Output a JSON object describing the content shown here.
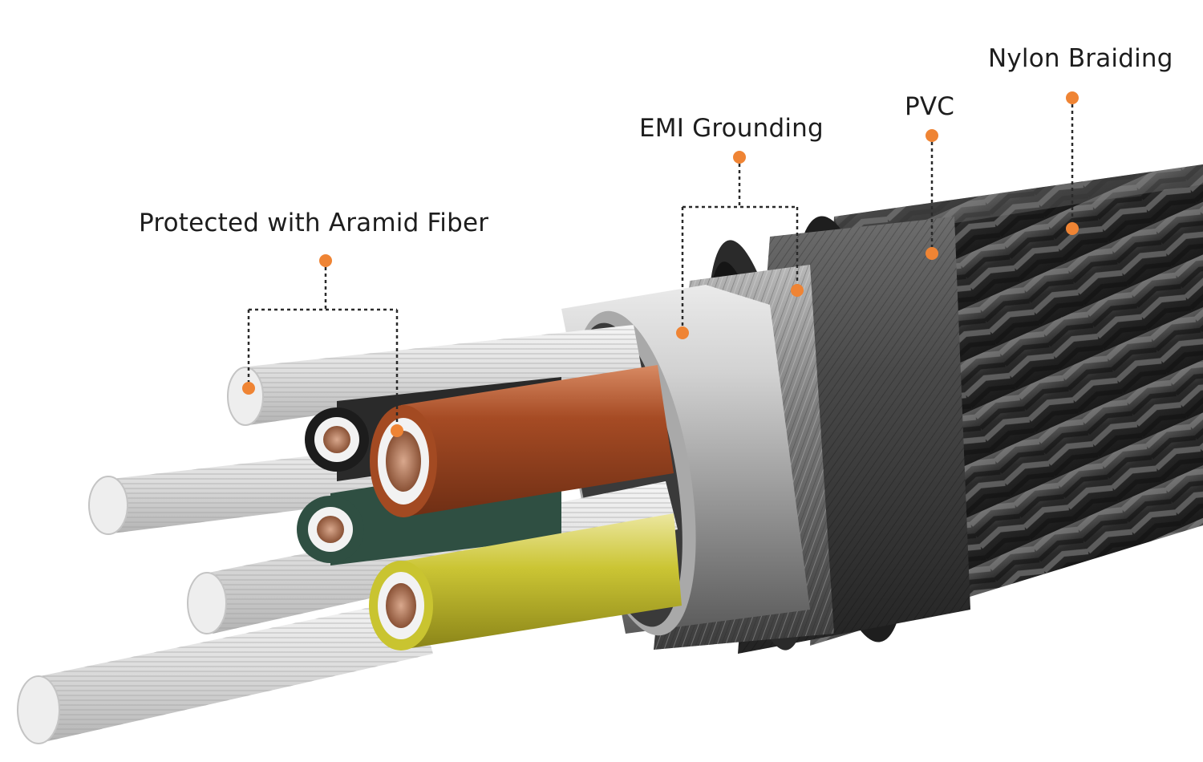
{
  "diagram": {
    "labels": {
      "aramid": "Protected with Aramid Fiber",
      "emi": "EMI Grounding",
      "pvc": "PVC",
      "nylon": "Nylon Braiding"
    }
  },
  "colors": {
    "marker": "#ef8434",
    "leader": "#2a2a2a",
    "braid_dark": "#2b2b2b",
    "braid_light": "#6a6a6a",
    "pvc": "#3a3a3a",
    "emi_foil": "#c7c7c7",
    "aramid_fiber": "#e6e6e6",
    "wire_brown": "#a34a22",
    "wire_yellow": "#c9c430",
    "wire_green": "#2f4f42",
    "wire_black": "#2a2a2a",
    "copper": "#a66f4e"
  }
}
